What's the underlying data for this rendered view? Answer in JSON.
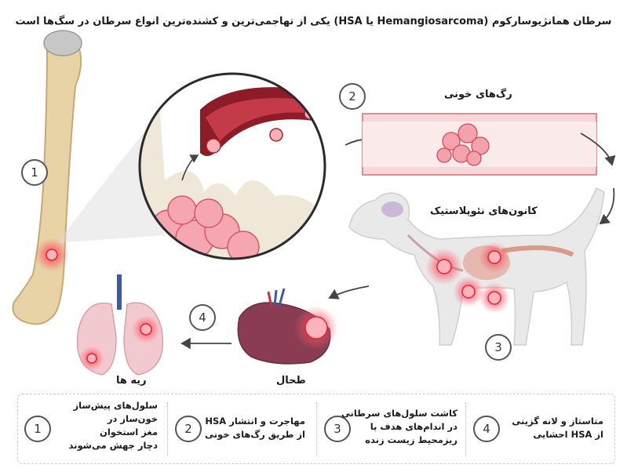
{
  "title": "سرطان همانژیوسارکوم (Hemangiosarcoma یا HSA) یکی از تهاجمی‌ترین و کشنده‌ترین انواع سرطان در سگ‌ها است",
  "labels": {
    "vessels": "رگ‌های خونی",
    "foci": "کانون‌های نئوپلاستیک",
    "spleen": "طحال",
    "lungs": "ریه ها"
  },
  "numbers": [
    "1",
    "2",
    "3",
    "4"
  ],
  "steps": [
    {
      "num": "1",
      "lines": [
        "سلول‌های پیش‌ساز",
        "خون‌ساز در",
        "مغز استخوان",
        "دچار جهش می‌شوند"
      ]
    },
    {
      "num": "2",
      "lines": [
        "مهاجرت و انتشار HSA",
        "از طریق رگ‌های خونی"
      ]
    },
    {
      "num": "3",
      "lines": [
        "کاشت سلول‌های سرطانی",
        "در اندام‌های هدف با",
        "ریزمحیط زیست زنده"
      ]
    },
    {
      "num": "4",
      "lines": [
        "متاستاز و لانه گزینی",
        "از HSA احشایی"
      ]
    }
  ],
  "colors": {
    "tumor": "#e0243a",
    "vessel": "#8c1d28",
    "bone": "#e8d3a6",
    "organ": "#b6535a",
    "dog": "#e9e9e9"
  }
}
